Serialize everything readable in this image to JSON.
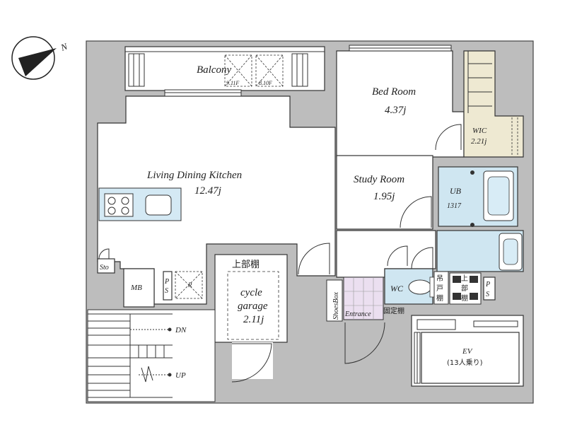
{
  "compass": {
    "label": "N"
  },
  "rooms": {
    "balcony": {
      "name": "Balcony",
      "unit_a": "9.11F",
      "unit_b": "8.10F"
    },
    "ldk": {
      "name": "Living Dining Kitchen",
      "area": "12.47j"
    },
    "bedroom": {
      "name": "Bed Room",
      "area": "4.37j"
    },
    "wic": {
      "name": "WIC",
      "area": "2.21j"
    },
    "study": {
      "name": "Study Room",
      "area": "1.95j"
    },
    "ub": {
      "name": "UB",
      "size": "1317"
    },
    "sto": {
      "name": "Sto"
    },
    "mb": {
      "name": "MB"
    },
    "ps_left": {
      "line1": "P",
      "line2": "S"
    },
    "ps_right": {
      "line1": "P",
      "line2": "S"
    },
    "r_box": {
      "name": "R"
    },
    "upper_shelf": {
      "name": "上部棚"
    },
    "cycle": {
      "line1": "cycle",
      "line2": "garage",
      "area": "2.11j"
    },
    "shoebox": {
      "name": "ShoesBox"
    },
    "entrance": {
      "name": "Entrance"
    },
    "fixed_shelf": {
      "name": "固定棚"
    },
    "wc": {
      "name": "WC"
    },
    "wc_cabinet": {
      "line1": "吊",
      "line2": "戸",
      "line3": "棚"
    },
    "upper_shelf2": {
      "line1": "上",
      "line2": "部",
      "line3": "棚"
    },
    "ev": {
      "name": "EV",
      "capacity": "(13人乗り)"
    },
    "stairs": {
      "down": "DN",
      "up": "UP"
    }
  }
}
